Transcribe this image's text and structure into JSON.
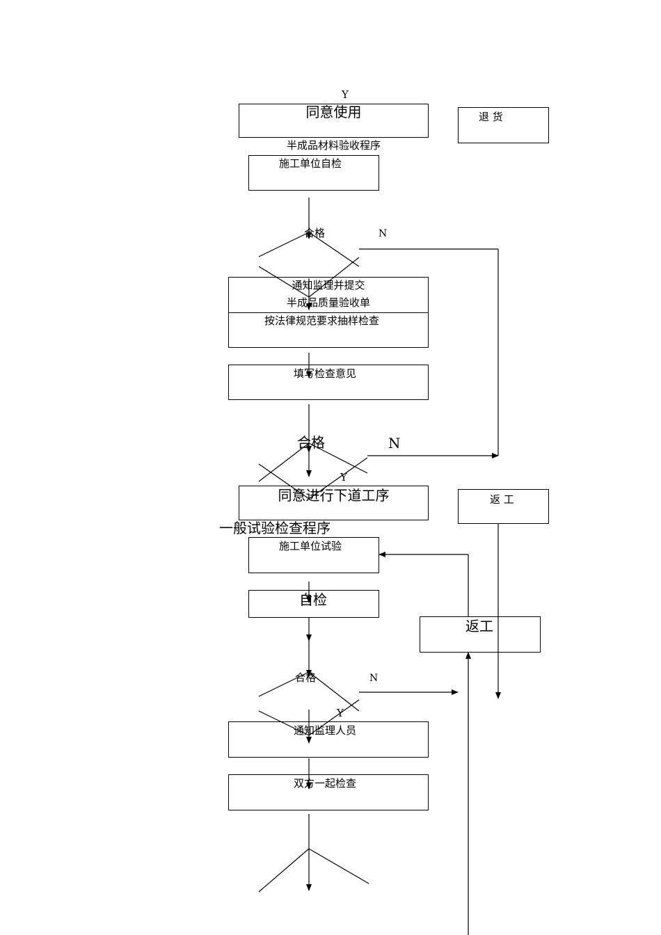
{
  "section1": {
    "y_top": "Y",
    "agree_use": "同意使用",
    "return_goods": "退  货",
    "title": "半成品材料验收程序",
    "self_check": "施工单位自检",
    "decision1": {
      "label": "合格",
      "no": "N"
    },
    "notify_line1": "通知监理并提交",
    "notify_line2": "半成品质量验收单",
    "sampling": "按法律规范要求抽样检查",
    "fill_opinion": "填写检查意见",
    "decision2": {
      "label": "合格",
      "no": "N",
      "yes": "Y"
    },
    "agree_next": "同意进行下道工序",
    "rework": "返  工"
  },
  "section2": {
    "title": "一般试验检查程序",
    "contractor_test": "施工单位试验",
    "self_check": "自检",
    "rework": "返工",
    "decision": {
      "label": "合格",
      "no": "N",
      "yes": "Y"
    },
    "notify_supervisor": "通知监理人员",
    "joint_check": "双方一起检查"
  }
}
